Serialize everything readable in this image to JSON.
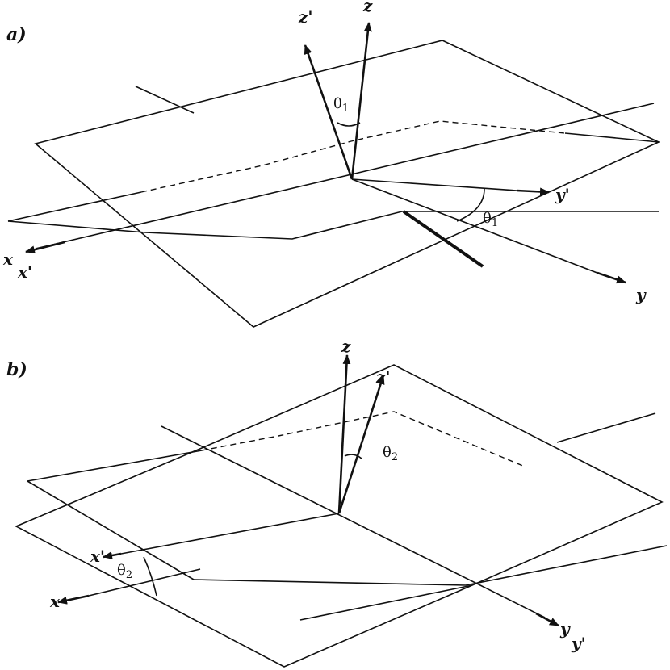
{
  "panel_a": {
    "label": "a)",
    "axes": {
      "x": "x",
      "x_prime": "x'",
      "y": "y",
      "y_prime": "y'",
      "z": "z",
      "z_prime": "z'"
    },
    "angles": {
      "theta_z": "θ",
      "theta_z_sub": "1",
      "theta_y": "θ",
      "theta_y_sub": "1"
    }
  },
  "panel_b": {
    "label": "b)",
    "axes": {
      "x": "x",
      "x_prime": "x'",
      "y": "y",
      "y_prime": "y'",
      "z": "z",
      "z_prime": "z'"
    },
    "angles": {
      "theta_z": "θ",
      "theta_z_sub": "2",
      "theta_x": "θ",
      "theta_x_sub": "2"
    }
  }
}
